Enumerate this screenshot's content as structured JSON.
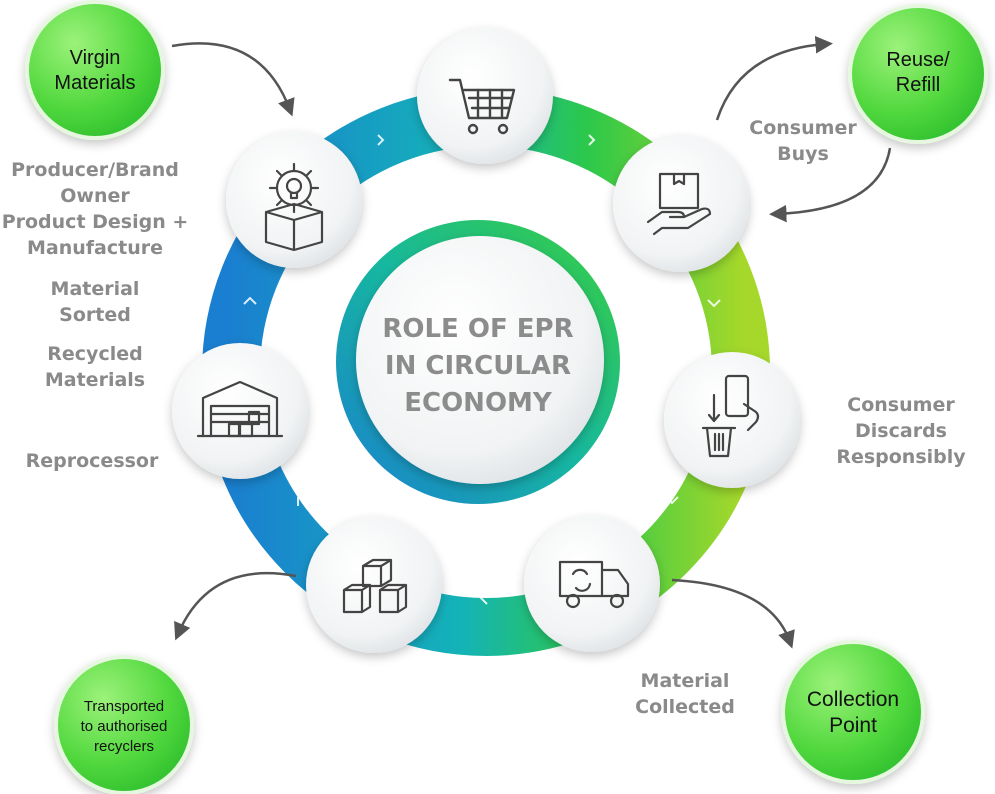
{
  "center_title": {
    "line1": "ROLE OF EPR",
    "line2": "IN CIRCULAR",
    "line3": "ECONOMY"
  },
  "outer_circles": {
    "virgin": {
      "line1": "Virgin",
      "line2": "Materials"
    },
    "reuse": {
      "line1": "Reuse/",
      "line2": "Refill"
    },
    "collection": {
      "line1": "Collection",
      "line2": "Point"
    },
    "transported": {
      "line1": "Transported",
      "line2": "to authorised",
      "line3": "recyclers"
    }
  },
  "stage_labels": {
    "producer": {
      "line1": "Producer/Brand",
      "line2": "Owner",
      "line3": "Product Design +",
      "line4": "Manufacture"
    },
    "sorted": {
      "line1": "Material",
      "line2": "Sorted"
    },
    "recycled": {
      "line1": "Recycled",
      "line2": "Materials"
    },
    "reprocessor": "Reprocessor",
    "consumer_buys": {
      "line1": "Consumer",
      "line2": "Buys"
    },
    "consumer_discards": {
      "line1": "Consumer",
      "line2": "Discards",
      "line3": "Responsibly"
    },
    "material_collected": {
      "line1": "Material",
      "line2": "Collected"
    }
  },
  "icons": [
    "shopping-cart-icon",
    "hand-box-icon",
    "phone-bin-icon",
    "truck-recycle-icon",
    "boxes-icon",
    "warehouse-icon",
    "gear-bulb-box-icon"
  ],
  "colors": {
    "ring_blue": "#1a7fd0",
    "ring_teal": "#14b3b8",
    "ring_green": "#2cc84a",
    "ring_lime": "#9ad62a",
    "bubble_green": "#3ccf3a",
    "bubble_light": "#8eeb6a",
    "label_gray": "#8a8a8a",
    "arrow_gray": "#5a5a5a"
  }
}
